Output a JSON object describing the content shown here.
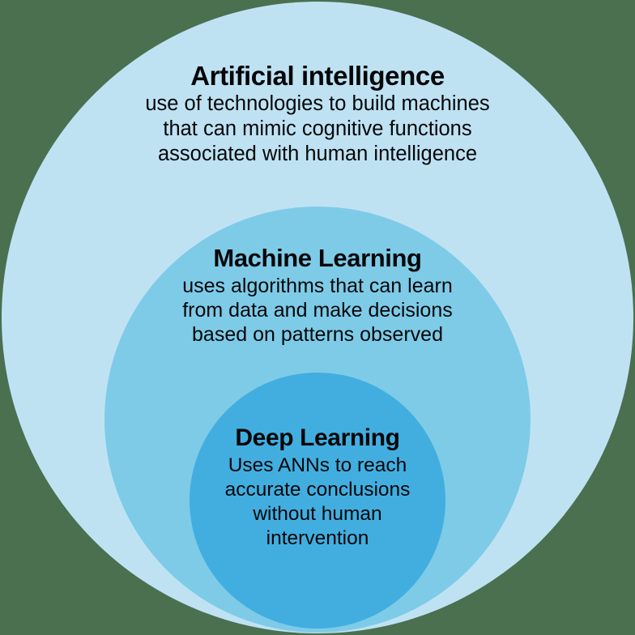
{
  "background_color": "#4a7050",
  "diagram": {
    "type": "nested-circles",
    "title": "Artificial intelligence / Machine Learning / Deep Learning nesting",
    "layers": [
      {
        "id": "ai",
        "heading": "Artificial intelligence",
        "color": "#bfe2f3",
        "body_lines": [
          "use of technologies to build machines",
          "that can mimic cognitive functions",
          "associated with human intelligence"
        ]
      },
      {
        "id": "ml",
        "heading": "Machine Learning",
        "color": "#7ecbe8",
        "body_lines": [
          "uses algorithms that can learn",
          "from data and make decisions",
          "based on patterns observed"
        ]
      },
      {
        "id": "dl",
        "heading": "Deep Learning",
        "color": "#42aee0",
        "body_lines": [
          "Uses ANNs to reach",
          "accurate conclusions",
          "without human",
          "intervention"
        ]
      }
    ]
  }
}
